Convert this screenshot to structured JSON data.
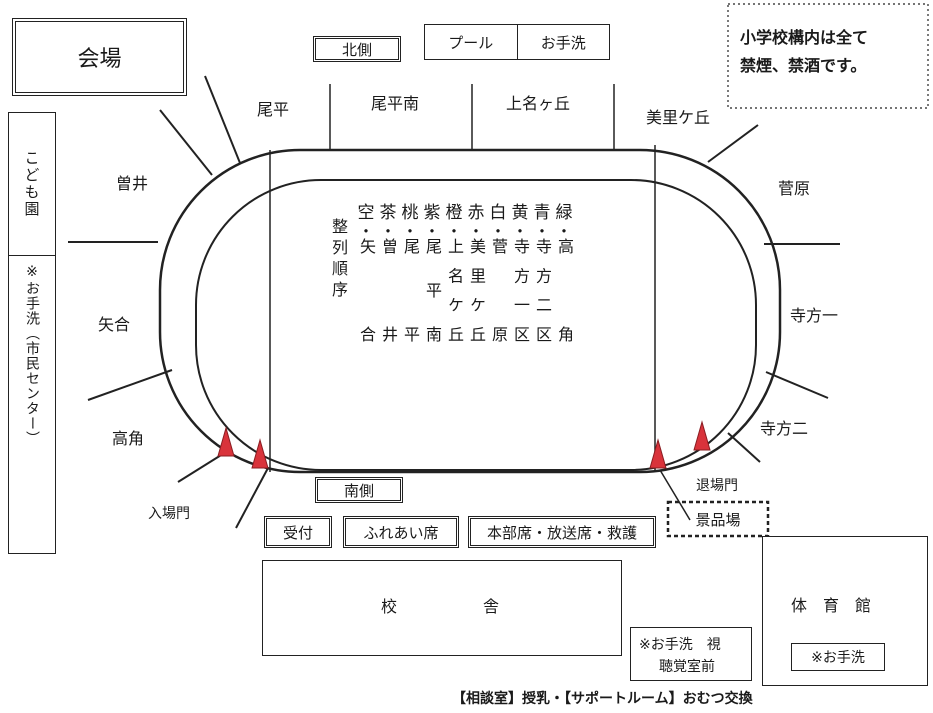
{
  "venue_label": "会場",
  "north_label": "北側",
  "south_label": "南側",
  "pool_label": "プール",
  "restroom_top": "お手洗",
  "notice": {
    "line1": "小学校構内は全て",
    "line2": "禁煙、禁酒です。"
  },
  "left_box": {
    "kindergarten": "こども園",
    "restroom_civic": "※お手洗（市民センター）"
  },
  "districts": {
    "ohira": "尾平",
    "ohira_minami": "尾平南",
    "kaminagaoka": "上名ヶ丘",
    "misatogaoka": "美里ケ丘",
    "sogai": "曽井",
    "sugawara": "菅原",
    "yago": "矢合",
    "teraho1": "寺方一",
    "takasumi": "高角",
    "teraho2": "寺方二"
  },
  "colors_row": [
    "空",
    "茶",
    "桃",
    "紫",
    "橙",
    "赤",
    "白",
    "黄",
    "青",
    "緑"
  ],
  "lineup_heading": [
    "整",
    "列",
    "順",
    "序"
  ],
  "lineup_columns": [
    "矢合",
    "曽井",
    "尾平",
    "尾平南",
    "上名ケ丘",
    "美里ケ丘",
    "菅原",
    "寺方一区",
    "寺方二区",
    "高角"
  ],
  "entrance_label": "入場門",
  "exit_label": "退場門",
  "prize_label": "景品場",
  "reception_label": "受付",
  "fureai_label": "ふれあい席",
  "hq_label": "本部席・放送席・救護",
  "school_building": {
    "char1": "校",
    "char2": "舎"
  },
  "restroom_av": {
    "line1": "※お手洗　視",
    "line2": "聴覚室前"
  },
  "gym": {
    "title": "体　育　館",
    "restroom": "※お手洗"
  },
  "bottom_note": "【相談室】授乳・【サポートルーム】おむつ交換"
}
